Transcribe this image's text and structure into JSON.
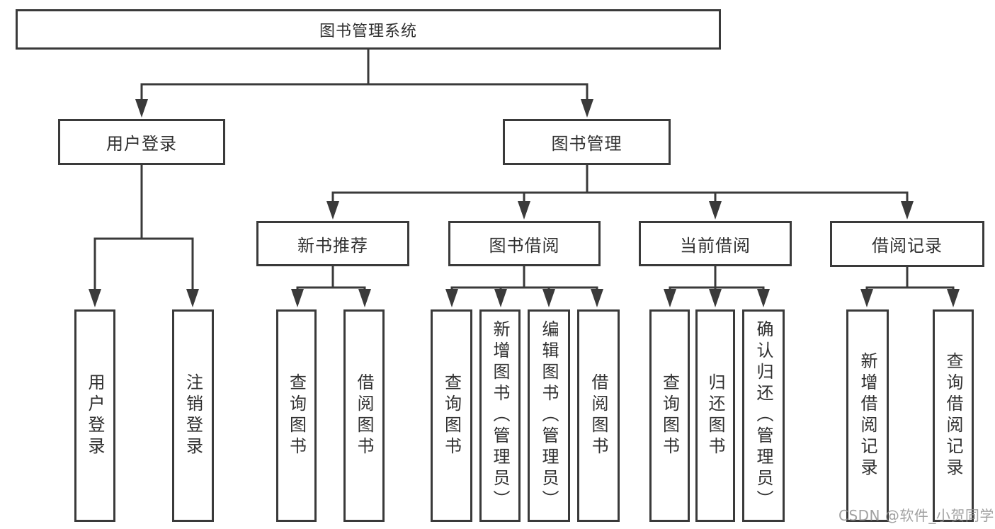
{
  "tree": {
    "root": {
      "label": "图书管理系统"
    },
    "branches": [
      {
        "label": "用户登录",
        "children": [
          {
            "label": "用户登录"
          },
          {
            "label": "注销登录"
          }
        ]
      },
      {
        "label": "图书管理",
        "children": [
          {
            "label": "新书推荐",
            "children": [
              {
                "label": "查询图书"
              },
              {
                "label": "借阅图书"
              }
            ]
          },
          {
            "label": "图书借阅",
            "children": [
              {
                "label": "查询图书"
              },
              {
                "label": "新增图书（管理员）"
              },
              {
                "label": "编辑图书（管理员）"
              },
              {
                "label": "借阅图书"
              }
            ]
          },
          {
            "label": "当前借阅",
            "children": [
              {
                "label": "查询图书"
              },
              {
                "label": "归还图书"
              },
              {
                "label": "确认归还（管理员）"
              }
            ]
          },
          {
            "label": "借阅记录",
            "children": [
              {
                "label": "新增借阅记录"
              },
              {
                "label": "查询借阅记录"
              }
            ]
          }
        ]
      }
    ]
  },
  "watermark": {
    "text": "CSDN @软件_小贺同学"
  },
  "colors": {
    "line": "#3a3a3a",
    "text": "#303030",
    "background": "#ffffff",
    "watermark": "#919191"
  }
}
